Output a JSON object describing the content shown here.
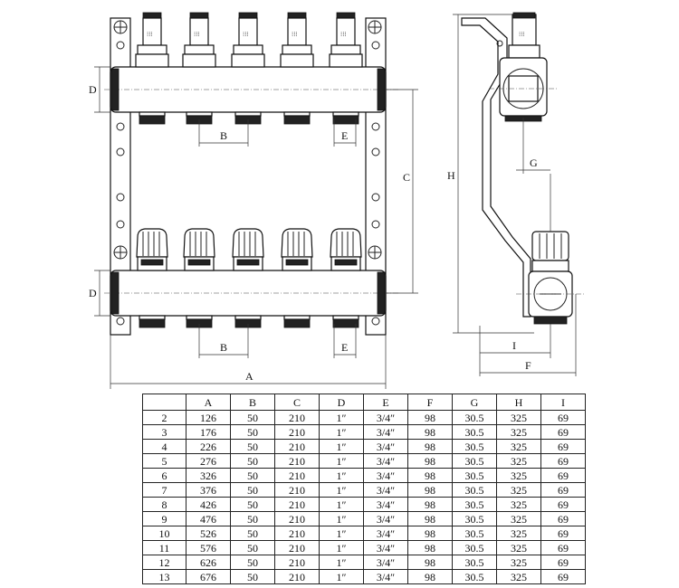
{
  "dimension_labels": {
    "A": "A",
    "B": "B",
    "C": "C",
    "D": "D",
    "E": "E",
    "F": "F",
    "G": "G",
    "H": "H",
    "I": "I"
  },
  "table": {
    "headers": [
      "",
      "A",
      "B",
      "C",
      "D",
      "E",
      "F",
      "G",
      "H",
      "I"
    ],
    "rows": [
      [
        "2",
        "126",
        "50",
        "210",
        "1″",
        "3/4″",
        "98",
        "30.5",
        "325",
        "69"
      ],
      [
        "3",
        "176",
        "50",
        "210",
        "1″",
        "3/4″",
        "98",
        "30.5",
        "325",
        "69"
      ],
      [
        "4",
        "226",
        "50",
        "210",
        "1″",
        "3/4″",
        "98",
        "30.5",
        "325",
        "69"
      ],
      [
        "5",
        "276",
        "50",
        "210",
        "1″",
        "3/4″",
        "98",
        "30.5",
        "325",
        "69"
      ],
      [
        "6",
        "326",
        "50",
        "210",
        "1″",
        "3/4″",
        "98",
        "30.5",
        "325",
        "69"
      ],
      [
        "7",
        "376",
        "50",
        "210",
        "1″",
        "3/4″",
        "98",
        "30.5",
        "325",
        "69"
      ],
      [
        "8",
        "426",
        "50",
        "210",
        "1″",
        "3/4″",
        "98",
        "30.5",
        "325",
        "69"
      ],
      [
        "9",
        "476",
        "50",
        "210",
        "1″",
        "3/4″",
        "98",
        "30.5",
        "325",
        "69"
      ],
      [
        "10",
        "526",
        "50",
        "210",
        "1″",
        "3/4″",
        "98",
        "30.5",
        "325",
        "69"
      ],
      [
        "11",
        "576",
        "50",
        "210",
        "1″",
        "3/4″",
        "98",
        "30.5",
        "325",
        "69"
      ],
      [
        "12",
        "626",
        "50",
        "210",
        "1″",
        "3/4″",
        "98",
        "30.5",
        "325",
        "69"
      ],
      [
        "13",
        "676",
        "50",
        "210",
        "1″",
        "3/4″",
        "98",
        "30.5",
        "325",
        "69"
      ]
    ]
  }
}
